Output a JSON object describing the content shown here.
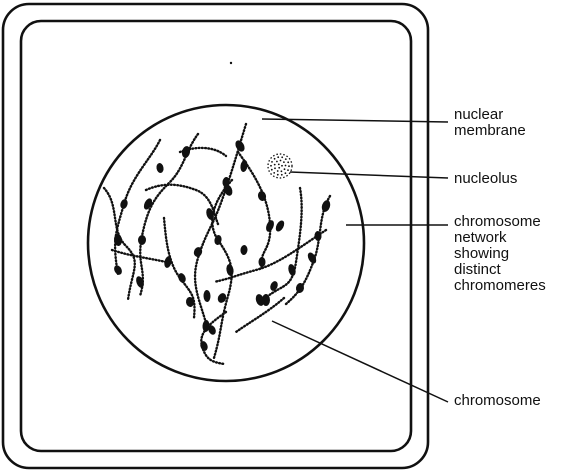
{
  "labels": {
    "nuclear_membrane": [
      "nuclear",
      "membrane"
    ],
    "nucleolus": "nucleolus",
    "chromosome_network": [
      "chromosome",
      "network",
      "showing",
      "distinct",
      "chromomeres"
    ],
    "chromosome": "chromosome"
  },
  "colors": {
    "ink": "#111111",
    "background": "#ffffff"
  }
}
